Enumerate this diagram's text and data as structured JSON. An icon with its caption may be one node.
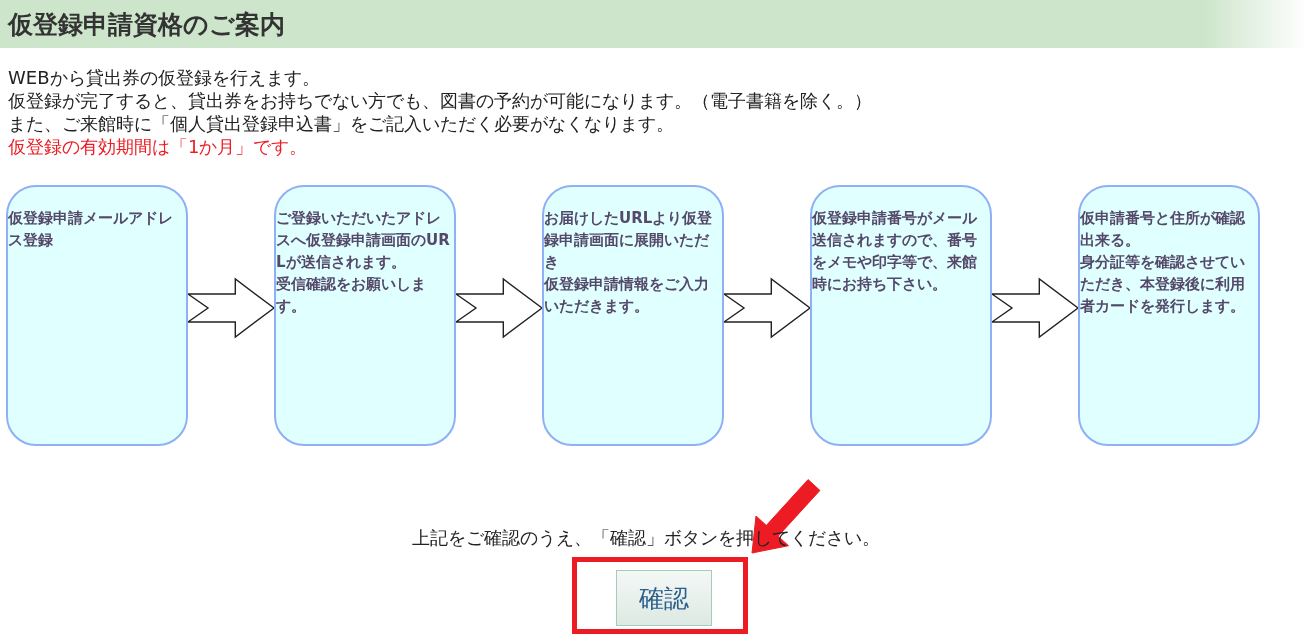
{
  "diagram": {
    "title": "仮登録申請資格のご案内",
    "nodes": [
      {
        "text": [
          "仮登録申請メールアドレス登録"
        ]
      },
      {
        "text": [
          "ご登録いただいたアドレスへ仮登録申請画面のURLが送信されます。",
          "受信確認をお願いします。"
        ]
      },
      {
        "text": [
          "お届けしたURLより仮登録申請画面に展開いただき",
          "仮登録申請情報をご入力いただきます。"
        ]
      },
      {
        "text": [
          "仮登録申請番号がメール送信されますので、番号をメモや印字等で、来館時にお持ち下さい。"
        ]
      },
      {
        "text": [
          "仮申請番号と住所が確認出来る。",
          "身分証等を確認させていただき、本登録後に利用者カードを発行します。"
        ]
      },
      {
        "text": [],
        "shape": "box"
      },
      {
        "text": [
          "確認"
        ],
        "in": 5
      }
    ],
    "edges": [
      {
        "from": 0,
        "to": 1,
        "arrow": "to"
      },
      {
        "from": 1,
        "to": 2,
        "arrow": "to"
      },
      {
        "from": 2,
        "to": 3,
        "arrow": "to"
      },
      {
        "from": 3,
        "to": 4,
        "arrow": "to"
      },
      {
        "from": null,
        "to": 5,
        "arrow": "to",
        "style": "thick",
        "color": "#ed1c24"
      }
    ],
    "labels": [
      "WEBから貸出券の仮登録を行えます。",
      "仮登録が完了すると、貸出券をお持ちでない方でも、図書の予約が可能になります。（電子書籍を除く。）",
      "また、ご来館時に「個人貸出登録申込書」をご記入いただく必要がなくなります。",
      "仮登録の有効期間は「1か月」です。",
      "上記をご確認のうえ、「確認」ボタンを押してください。"
    ]
  }
}
